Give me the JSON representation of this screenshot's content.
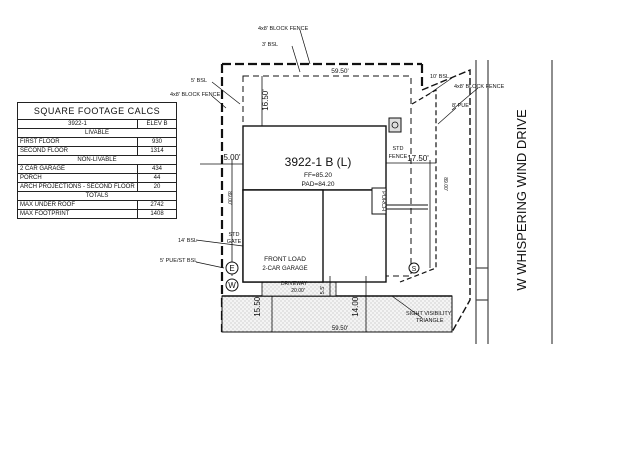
{
  "table": {
    "title": "SQUARE FOOTAGE CALCS",
    "plan": "3922-1",
    "elevation": "ELEV B",
    "livable_label": "LIVABLE",
    "rows_livable": [
      {
        "label": "FIRST FLOOR",
        "value": "930"
      },
      {
        "label": "SECOND FLOOR",
        "value": "1314"
      }
    ],
    "nonlivable_label": "NON-LIVABLE",
    "rows_nonlivable": [
      {
        "label": "2 CAR GARAGE",
        "value": "434"
      },
      {
        "label": "PORCH",
        "value": "44"
      },
      {
        "label": "ARCH PROJECTIONS - SECOND FLOOR",
        "value": "20"
      }
    ],
    "totals_label": "TOTALS",
    "rows_totals": [
      {
        "label": "MAX UNDER ROOF",
        "value": "2742"
      },
      {
        "label": "MAX FOOTPRINT",
        "value": "1408"
      }
    ]
  },
  "plan": {
    "house_id": "3922-1 B (L)",
    "ff": "FF=85.20",
    "pad": "PAD=84.20",
    "garage_line1": "FRONT LOAD",
    "garage_line2": "2-CAR GARAGE",
    "porch": "PORCH",
    "std_gate": "STD",
    "std_gate2": "GATE",
    "std_fence": "STD",
    "std_fence2": "FENCE",
    "street": "W WHISPERING WIND DRIVE",
    "block_fence_top": "4x8' BLOCK FENCE",
    "bsl_top": "3' BSL",
    "bsl_left": "5' BSL",
    "block_fence_left": "4x8' BLOCK FENCE",
    "bsl_right": "10' BSL",
    "block_fence_right": "4x8' BLOCK FENCE",
    "pue_right": "8' PUE",
    "bsl_front": "14' BSL",
    "pue_front": "5' PUE/ST BSL",
    "sight_vis": "SIGHT VISIBILITY",
    "sight_vis2": "TRIANGLE",
    "dim_top_width": "59.50'",
    "dim_bottom_width": "59.50'",
    "dim_rear_setback": "16.50'",
    "dim_side_left": "5.00'",
    "dim_side_right": "17.50'",
    "dim_depth_left": "89.00'",
    "dim_depth_right": "89.00'",
    "dim_front_left": "15.50'",
    "dim_front_right": "14.00'",
    "dim_drive_width": "20.00'",
    "dim_drive_small": "5.5'",
    "marker_e": "E",
    "marker_w": "W",
    "marker_s": "S",
    "driveway": "DRIVEWAY"
  },
  "colors": {
    "ink": "#111111",
    "hatch": "#8a8a8a",
    "road": "#444444"
  }
}
